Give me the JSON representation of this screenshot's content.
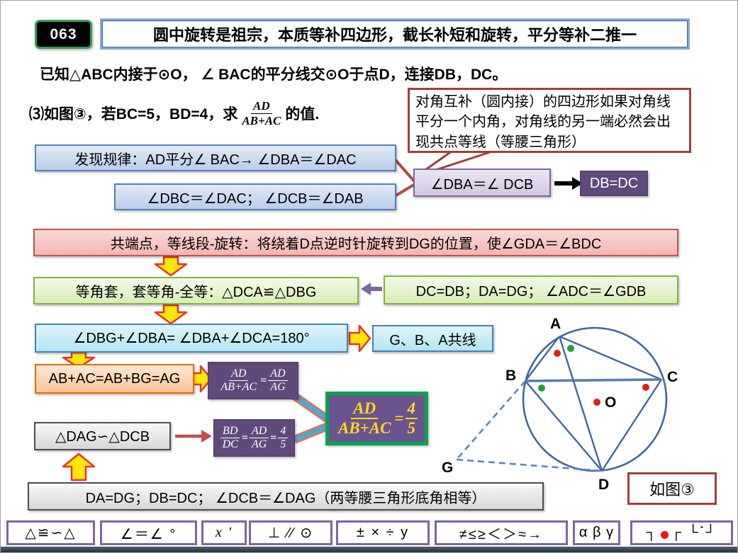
{
  "page": {
    "badge": "063",
    "title": "圆中旋转是祖宗，本质等补四边形，截长补短和旋转，平分等补二推一",
    "given": "已知△ABC内接于⊙O， ∠ BAC的平分线交⊙O于点D，连接DB，DC。",
    "question": {
      "prefix": "⑶如图③，若BC=5，BD=4，求",
      "frac_num": "AD",
      "frac_den": "AB+AC",
      "suffix": "的值."
    }
  },
  "note": {
    "text": "对角互补（圆内接）的四边形如果对角线平分一个内角，对角线的另一端必然会出现共点等线（等腰三角形）"
  },
  "flow": {
    "rule": "发现规律：AD平分∠ BAC→ ∠DBA＝∠DAC",
    "rule2": "∠DBC＝∠DAC；  ∠DCB＝∠DAB",
    "angle_eq": "∠DBA＝∠ DCB",
    "db_dc": "DB=DC",
    "rotate": "共端点，等线段-旋转：将绕着D点逆时针旋转到DG的位置，使∠GDA＝∠BDC",
    "congruent": "等角套，套等角-全等：△DCA≌△DBG",
    "congruent_reason": "DC=DB；DA=DG；  ∠ADC＝∠GDB",
    "straight": "∠DBG+∠DBA= ∠DBA+∠DCA=180°",
    "collinear": "G、B、A共线",
    "segment_sum": "AB+AC=AB+BG=AG",
    "ratio1": {
      "n1": "AD",
      "d1": "AB+AC",
      "eq": "=",
      "n2": "AD",
      "d2": "AG"
    },
    "similar": "△DAG∽△DCB",
    "ratio2": {
      "n1": "BD",
      "d1": "DC",
      "eq1": "=",
      "n2": "AD",
      "d2": "AG",
      "eq2": "=",
      "n3": "4",
      "d3": "5"
    },
    "result": {
      "n1": "AD",
      "d1": "AB+AC",
      "eq": "=",
      "n2": "4",
      "d2": "5"
    },
    "base_angles": "DA=DG；DB=DC；  ∠DCB＝∠DAG（两等腰三角形底角相等）"
  },
  "diagram": {
    "labels": {
      "a": "A",
      "b": "B",
      "c": "C",
      "d": "D",
      "g": "G",
      "o": "O"
    },
    "caption": "如图③"
  },
  "toolbar": {
    "items": [
      {
        "label": "△≌∽△"
      },
      {
        "label": "∠＝∠ °"
      },
      {
        "label": "x ′"
      },
      {
        "label": "⊥ ∕∕ ⊙"
      },
      {
        "label": "± × ÷ y"
      },
      {
        "label": "≠≤≥＜＞≈→"
      },
      {
        "label": "α β γ"
      },
      {
        "left": "┐",
        "right": "┌ └˙┘"
      }
    ]
  },
  "colors": {
    "accent_red": "#c0504d",
    "dark_purple": "#604a7b",
    "teal_connector": "#4bacc6",
    "yellow_arrow": "#ffe60a",
    "result_green_border": "#00a550",
    "blue_border": "#4f81bd",
    "diagram_line": "#41679e",
    "red_dot": "#de1f1a",
    "green_dot": "#21a038",
    "badge_green": "#2fa052",
    "result_text_yellow": "#fed919"
  }
}
